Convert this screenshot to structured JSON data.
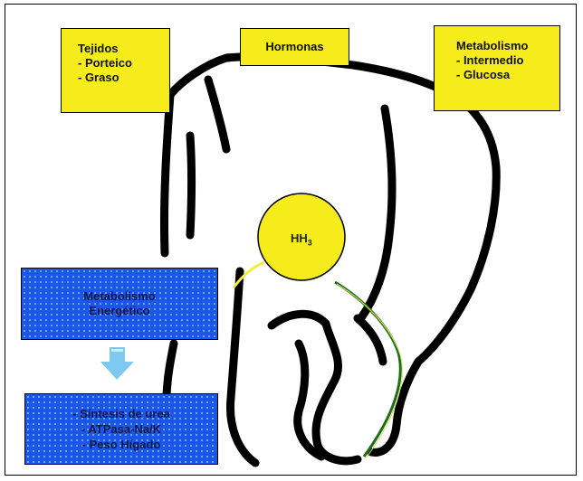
{
  "boxes": {
    "tejidos": {
      "title": "Tejidos",
      "items": [
        "- Porteico",
        "- Graso"
      ]
    },
    "hormonas": {
      "title": "Hormonas"
    },
    "metabolismo": {
      "title": "Metabolismo",
      "items": [
        "- Intermedio",
        "- Glucosa"
      ]
    },
    "energetico": {
      "lines": [
        "Metabolismo",
        "Energético"
      ]
    },
    "sintesis": {
      "items": [
        "- Síntesis de urea",
        "- ATPasa-Na/K",
        "- Peso Hígado"
      ]
    }
  },
  "center": {
    "label": "HH",
    "subscript": "3"
  },
  "colors": {
    "yellow_box": "#f7ec1b",
    "blue_box": "#1c55e8",
    "circle": "#f7ec1b",
    "outline": "#000000",
    "arrow": "#7fc8f0",
    "connector_yellow": "#f2ef3a",
    "connector_green": "#1f6b1f"
  }
}
